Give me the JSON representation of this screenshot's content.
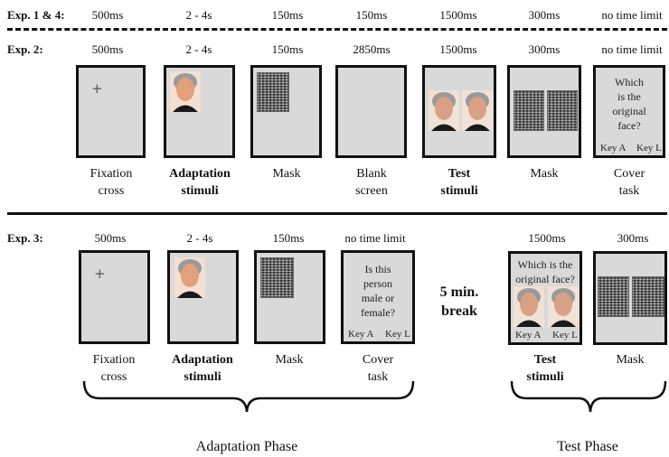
{
  "row1": {
    "label": "Exp. 1 & 4:",
    "timings": [
      "500ms",
      "2 - 4s",
      "150ms",
      "150ms",
      "1500ms",
      "300ms",
      "no time limit"
    ]
  },
  "row2": {
    "label": "Exp. 2:",
    "timings": [
      "500ms",
      "2 - 4s",
      "150ms",
      "2850ms",
      "1500ms",
      "300ms",
      "no time limit"
    ],
    "fixation_symbol": "+",
    "question_lines": [
      "Which",
      "is the",
      "original",
      "face?"
    ],
    "key_a": "Key A",
    "key_l": "Key L",
    "captions": [
      {
        "l1": "Fixation",
        "l2": "cross"
      },
      {
        "l1": "Adaptation",
        "l2": "stimuli"
      },
      {
        "l1": "Mask",
        "l2": ""
      },
      {
        "l1": "Blank",
        "l2": "screen"
      },
      {
        "l1": "Test",
        "l2": "stimuli"
      },
      {
        "l1": "Mask",
        "l2": ""
      },
      {
        "l1": "Cover",
        "l2": "task"
      }
    ]
  },
  "row3": {
    "label": "Exp. 3:",
    "timings": [
      "500ms",
      "2 - 4s",
      "150ms",
      "no time limit",
      "1500ms",
      "300ms"
    ],
    "fixation_symbol": "+",
    "cover_question_lines": [
      "Is this",
      "person",
      "male or",
      "female?"
    ],
    "test_question_lines": [
      "Which is the",
      "original face?"
    ],
    "key_a": "Key A",
    "key_l": "Key L",
    "break_l1": "5 min.",
    "break_l2": "break",
    "captions": [
      {
        "l1": "Fixation",
        "l2": "cross"
      },
      {
        "l1": "Adaptation",
        "l2": "stimuli"
      },
      {
        "l1": "Mask",
        "l2": ""
      },
      {
        "l1": "Cover",
        "l2": "task"
      },
      {
        "l1": "Test",
        "l2": "stimuli"
      },
      {
        "l1": "Mask",
        "l2": ""
      }
    ]
  },
  "phases": {
    "adaptation": "Adaptation Phase",
    "test": "Test Phase"
  },
  "colors": {
    "screen_fill": "#d9d9d9",
    "border": "#111111",
    "face_skin": "#e3a07c",
    "face_hair": "#9a9a9a",
    "face_suit": "#1a1a1a"
  }
}
